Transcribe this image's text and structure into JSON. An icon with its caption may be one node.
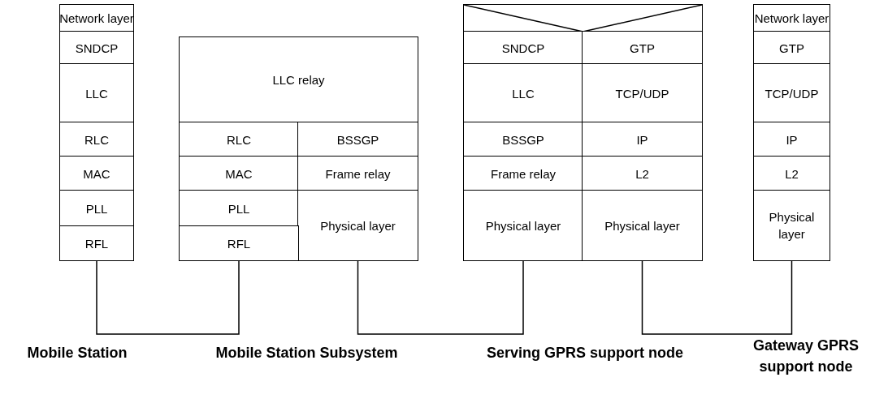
{
  "diagram": {
    "nodes": [
      {
        "text": [
          "Mobile Station"
        ]
      },
      {
        "text": [
          "Network layer"
        ],
        "in": 0
      },
      {
        "text": [
          "SNDCP"
        ],
        "in": 0
      },
      {
        "text": [
          "LLC"
        ],
        "in": 0
      },
      {
        "text": [
          "RLC"
        ],
        "in": 0
      },
      {
        "text": [
          "MAC"
        ],
        "in": 0
      },
      {
        "text": [
          "PLL"
        ],
        "in": 0
      },
      {
        "text": [
          "RFL"
        ],
        "in": 0
      },
      {
        "text": [
          "Mobile Station Subsystem"
        ]
      },
      {
        "text": [
          "LLC relay"
        ],
        "in": 8
      },
      {
        "text": [
          "RLC"
        ],
        "in": 8
      },
      {
        "text": [
          "BSSGP"
        ],
        "in": 8
      },
      {
        "text": [
          "MAC"
        ],
        "in": 8
      },
      {
        "text": [
          "Frame relay"
        ],
        "in": 8
      },
      {
        "text": [
          "PLL"
        ],
        "in": 8
      },
      {
        "text": [
          "Physical layer"
        ],
        "in": 8
      },
      {
        "text": [
          "RFL"
        ],
        "in": 8
      },
      {
        "text": [
          "Serving GPRS support node"
        ]
      },
      {
        "text": [],
        "shape": "box",
        "in": 17
      },
      {
        "text": [
          "SNDCP"
        ],
        "in": 17
      },
      {
        "text": [
          "GTP"
        ],
        "in": 17
      },
      {
        "text": [
          "LLC"
        ],
        "in": 17
      },
      {
        "text": [
          "TCP/UDP"
        ],
        "in": 17
      },
      {
        "text": [
          "BSSGP"
        ],
        "in": 17
      },
      {
        "text": [
          "IP"
        ],
        "in": 17
      },
      {
        "text": [
          "Frame relay"
        ],
        "in": 17
      },
      {
        "text": [
          "L2"
        ],
        "in": 17
      },
      {
        "text": [
          "Physical layer"
        ],
        "in": 17
      },
      {
        "text": [
          "Physical layer"
        ],
        "in": 17
      },
      {
        "text": [
          "Gateway GPRS support node"
        ]
      },
      {
        "text": [
          "Network layer"
        ],
        "in": 29
      },
      {
        "text": [
          "GTP"
        ],
        "in": 29
      },
      {
        "text": [
          "TCP/UDP"
        ],
        "in": 29
      },
      {
        "text": [
          "IP"
        ],
        "in": 29
      },
      {
        "text": [
          "L2"
        ],
        "in": 29
      },
      {
        "text": [
          "Physical layer"
        ],
        "in": 29
      }
    ],
    "edges": [
      {
        "from": 7,
        "to": 16,
        "arrow": "none"
      },
      {
        "from": 15,
        "to": 27,
        "arrow": "none"
      },
      {
        "from": 28,
        "to": 35,
        "arrow": "none"
      }
    ]
  }
}
